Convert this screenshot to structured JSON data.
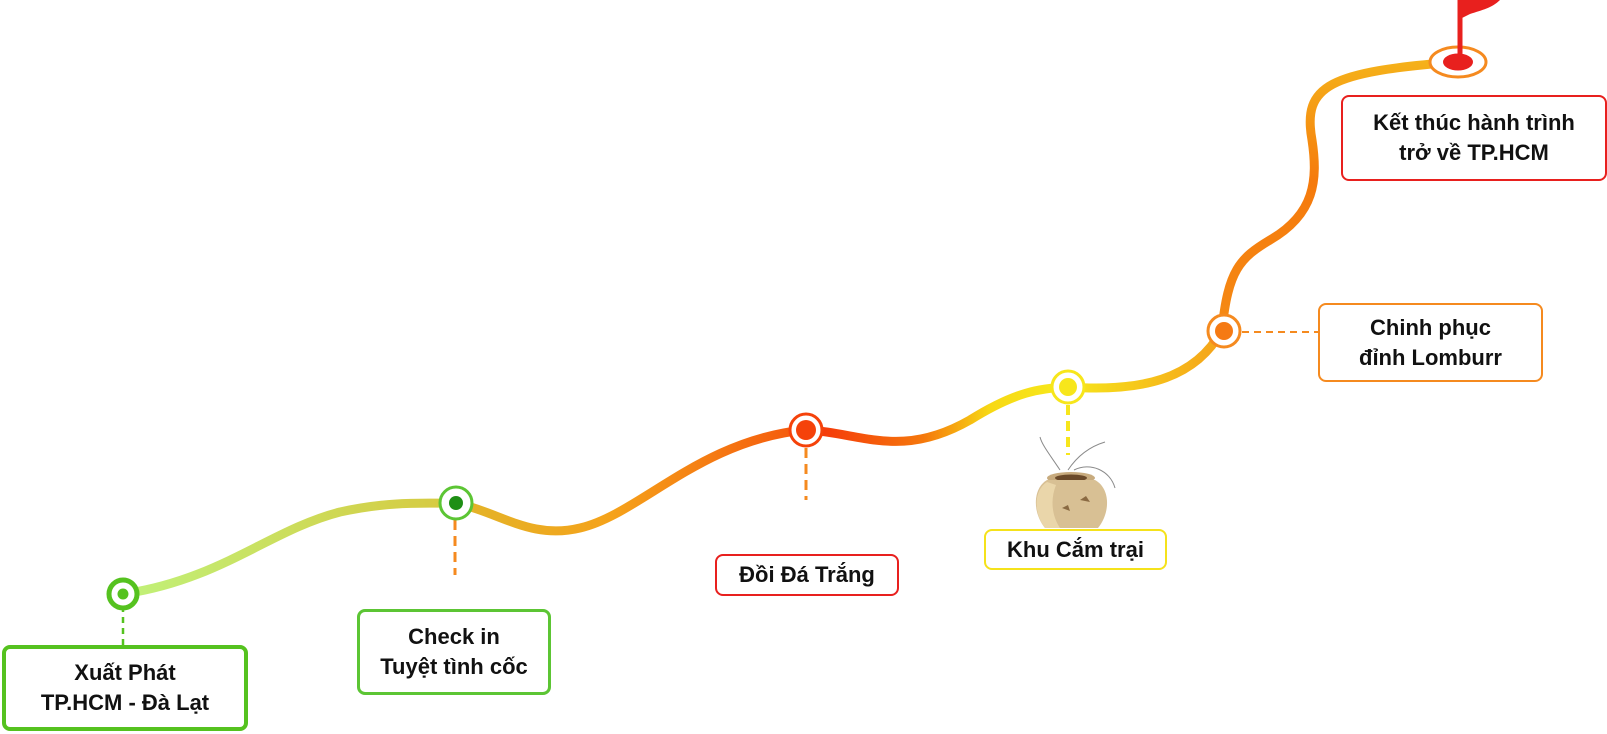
{
  "diagram": {
    "stops": [
      {
        "id": "start",
        "lines": [
          "Xuất Phát",
          "TP.HCM - Đà Lạt"
        ],
        "color": "#55c21f",
        "dot_color": "#55c21f"
      },
      {
        "id": "check",
        "lines": [
          "Check in",
          "Tuyệt tình cốc"
        ],
        "color": "#5cc534",
        "dot_color": "#1e8f14"
      },
      {
        "id": "doi",
        "lines": [
          "Đồi Đá Trắng"
        ],
        "color": "#e8201e",
        "dot_color": "#f5420a"
      },
      {
        "id": "khu",
        "lines": [
          "Khu Cắm trại"
        ],
        "color": "#f5e21b",
        "dot_color": "#f5e21b"
      },
      {
        "id": "chinh",
        "lines": [
          "Chinh phục",
          "đỉnh Lomburr"
        ],
        "color": "#f58a1f",
        "dot_color": "#f57a14"
      },
      {
        "id": "ket",
        "lines": [
          "Kết thúc hành trình",
          "trở về TP.HCM"
        ],
        "color": "#e8201e",
        "dot_color": "#e8201e"
      }
    ],
    "icons": [
      "camping-pot-icon",
      "finish-flag-icon"
    ],
    "path_colors": [
      "#b7ef6a",
      "#d9c53c",
      "#f59a1a",
      "#f5440a",
      "#f7e21b",
      "#f5b21b",
      "#f58a14",
      "#f5a01a"
    ]
  }
}
